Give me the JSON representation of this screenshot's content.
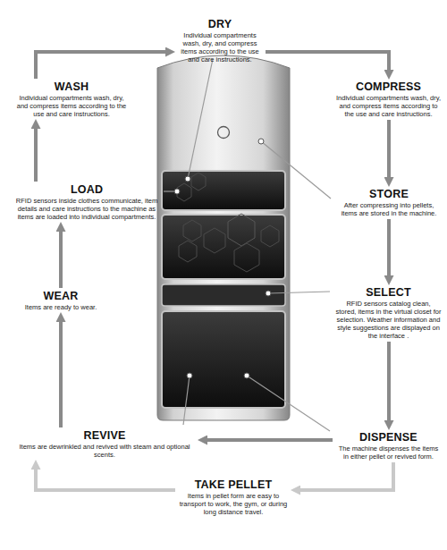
{
  "diagram": {
    "nodes": [
      {
        "text": [
          "DRY",
          "Individual compartments wash, dry, and compress items according to the use and care instructions."
        ]
      },
      {
        "text": [
          "WASH",
          "Individual compartments wash, dry, and compress items according to the use and care instructions."
        ]
      },
      {
        "text": [
          "COMPRESS",
          "Individual compartments wash, dry, and compress items according to the use and care instructions."
        ]
      },
      {
        "text": [
          "LOAD",
          "RFID sensors inside clothes communicate, item details and care instructions to the machine as items are loaded into individual compartments."
        ]
      },
      {
        "text": [
          "STORE",
          "After compressing into pellets, items are stored in the machine."
        ]
      },
      {
        "text": [
          "WEAR",
          "Items are ready to wear."
        ]
      },
      {
        "text": [
          "SELECT",
          "RFID sensors catalog clean, stored, items in the virtual closet for selection. Weather information and style suggestions are displayed on the interface ."
        ]
      },
      {
        "text": [
          "REVIVE",
          "Items are dewrinkled and revived with steam and optional scents."
        ]
      },
      {
        "text": [
          "DISPENSE",
          "The machine dispenses the items in either pellet or revived form."
        ]
      },
      {
        "text": [
          "TAKE PELLET",
          "Items in pellet form are easy to transport to work, the gym, or during long distance travel."
        ]
      }
    ],
    "edges": [
      {
        "from": 1,
        "to": 0,
        "arrow": "to"
      },
      {
        "from": 0,
        "to": 2,
        "arrow": "to"
      },
      {
        "from": 2,
        "to": 4,
        "arrow": "to"
      },
      {
        "from": 4,
        "to": 6,
        "arrow": "to"
      },
      {
        "from": 6,
        "to": 8,
        "arrow": "to"
      },
      {
        "from": 8,
        "to": 7,
        "arrow": "to"
      },
      {
        "from": 8,
        "to": 9,
        "arrow": "to"
      },
      {
        "from": 9,
        "to": 7,
        "arrow": "to"
      },
      {
        "from": 7,
        "to": 5,
        "arrow": "to"
      },
      {
        "from": 5,
        "to": 3,
        "arrow": "to"
      },
      {
        "from": 3,
        "to": 1,
        "arrow": "to"
      }
    ]
  }
}
